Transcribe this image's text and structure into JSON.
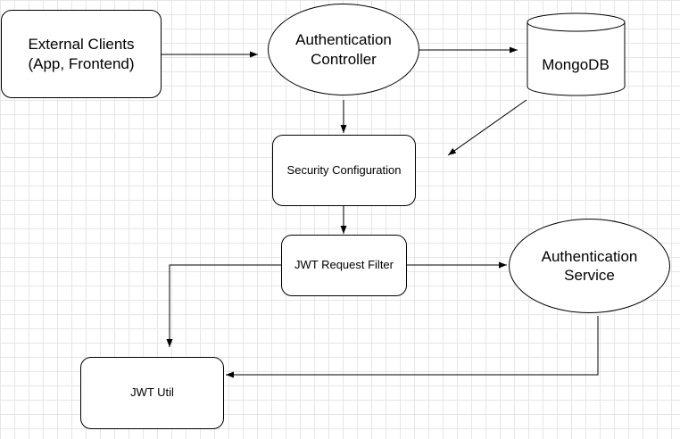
{
  "nodes": {
    "external_clients": "External Clients\n(App, Frontend)",
    "auth_controller": "Authentication\nController",
    "mongodb": "MongoDB",
    "security_config": "Security Configuration",
    "jwt_filter": "JWT Request Filter",
    "auth_service": "Authentication\nService",
    "jwt_util": "JWT Util"
  },
  "colors": {
    "stroke": "#000000",
    "fill": "#ffffff",
    "grid": "#e6e6e6"
  }
}
